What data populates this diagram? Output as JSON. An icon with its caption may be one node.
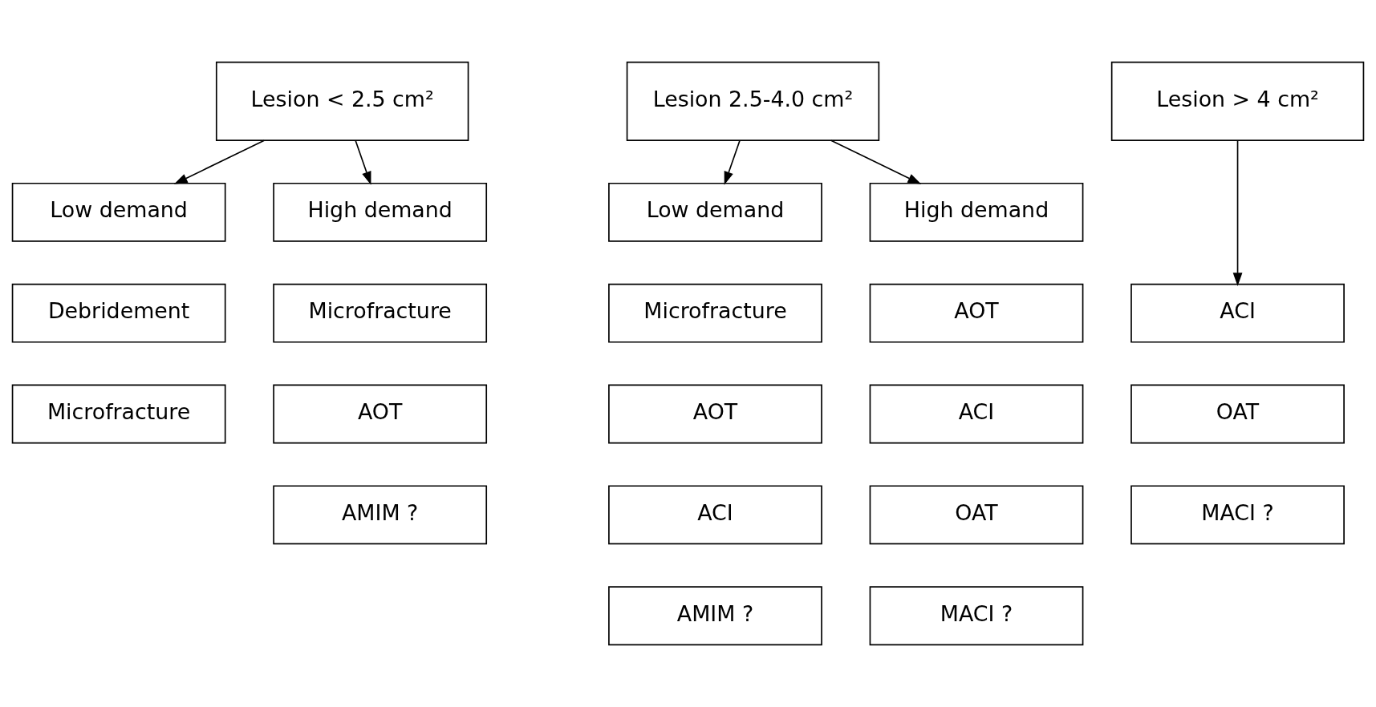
{
  "diagram": {
    "nodes": [
      {
        "text": [
          "Lesion < 2.5 cm²"
        ]
      },
      {
        "text": [
          "Lesion 2.5-4.0 cm²"
        ]
      },
      {
        "text": [
          "Lesion > 4 cm²"
        ]
      },
      {
        "text": [
          "Low demand"
        ]
      },
      {
        "text": [
          "High demand"
        ]
      },
      {
        "text": [
          "Low demand"
        ]
      },
      {
        "text": [
          "High demand"
        ]
      },
      {
        "text": [
          "Debridement"
        ]
      },
      {
        "text": [
          "Microfracture"
        ]
      },
      {
        "text": [
          "Microfracture"
        ]
      },
      {
        "text": [
          "AOT"
        ]
      },
      {
        "text": [
          "AMIM ?"
        ]
      },
      {
        "text": [
          "Microfracture"
        ]
      },
      {
        "text": [
          "AOT"
        ]
      },
      {
        "text": [
          "ACI"
        ]
      },
      {
        "text": [
          "AMIM ?"
        ]
      },
      {
        "text": [
          "AOT"
        ]
      },
      {
        "text": [
          "ACI"
        ]
      },
      {
        "text": [
          "OAT"
        ]
      },
      {
        "text": [
          "MACI ?"
        ]
      },
      {
        "text": [
          "ACI"
        ]
      },
      {
        "text": [
          "OAT"
        ]
      },
      {
        "text": [
          "MACI ?"
        ]
      }
    ],
    "edges": [
      {
        "from": 0,
        "to": 3,
        "arrow": "to"
      },
      {
        "from": 0,
        "to": 4,
        "arrow": "to"
      },
      {
        "from": 1,
        "to": 5,
        "arrow": "to"
      },
      {
        "from": 1,
        "to": 6,
        "arrow": "to"
      },
      {
        "from": 2,
        "to": 20,
        "arrow": "to"
      }
    ]
  }
}
